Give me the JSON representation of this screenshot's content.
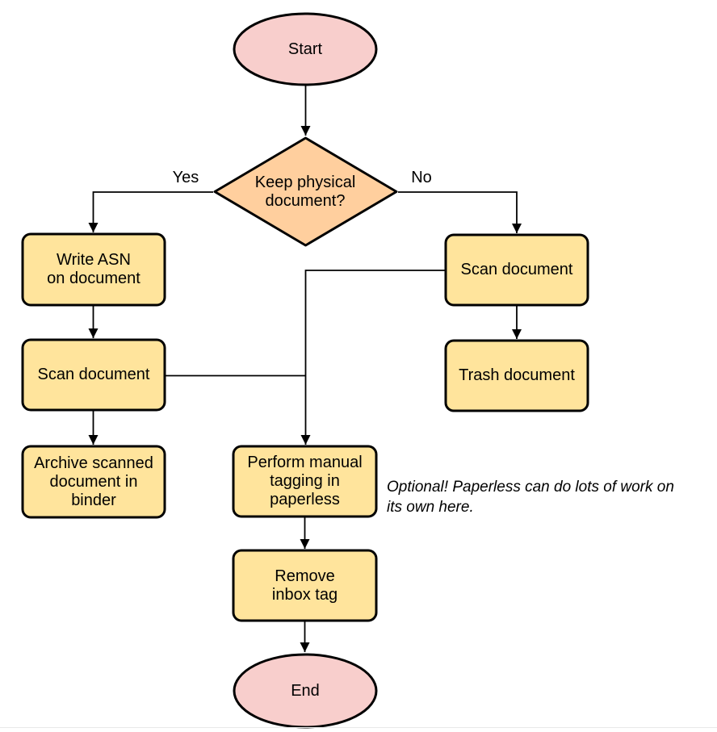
{
  "colors": {
    "terminator_fill": "#f8cecc",
    "decision_fill": "#ffcf9e",
    "process_fill": "#ffe49c",
    "stroke": "#000000",
    "background": "#ffffff"
  },
  "nodes": {
    "start": {
      "shape": "terminator",
      "label": "Start"
    },
    "decision": {
      "shape": "decision",
      "label": "Keep physical\ndocument?"
    },
    "write_asn": {
      "shape": "process",
      "label": "Write ASN\non document"
    },
    "scan_left": {
      "shape": "process",
      "label": "Scan document"
    },
    "archive": {
      "shape": "process",
      "label": "Archive scanned\ndocument in\nbinder"
    },
    "scan_right": {
      "shape": "process",
      "label": "Scan document"
    },
    "trash": {
      "shape": "process",
      "label": "Trash document"
    },
    "tagging": {
      "shape": "process",
      "label": "Perform manual\ntagging in\npaperless"
    },
    "remove_inbox": {
      "shape": "process",
      "label": "Remove\ninbox tag"
    },
    "end": {
      "shape": "terminator",
      "label": "End"
    }
  },
  "edges": [
    {
      "from": "start",
      "to": "decision",
      "label": ""
    },
    {
      "from": "decision",
      "to": "write_asn",
      "label": "Yes"
    },
    {
      "from": "decision",
      "to": "scan_right",
      "label": "No"
    },
    {
      "from": "write_asn",
      "to": "scan_left",
      "label": ""
    },
    {
      "from": "scan_left",
      "to": "archive",
      "label": ""
    },
    {
      "from": "scan_left",
      "to": "tagging",
      "label": ""
    },
    {
      "from": "scan_right",
      "to": "tagging",
      "label": ""
    },
    {
      "from": "scan_right",
      "to": "trash",
      "label": ""
    },
    {
      "from": "tagging",
      "to": "remove_inbox",
      "label": ""
    },
    {
      "from": "remove_inbox",
      "to": "end",
      "label": ""
    }
  ],
  "annotation": {
    "text": "Optional! Paperless can do lots of work on\nits own here."
  }
}
